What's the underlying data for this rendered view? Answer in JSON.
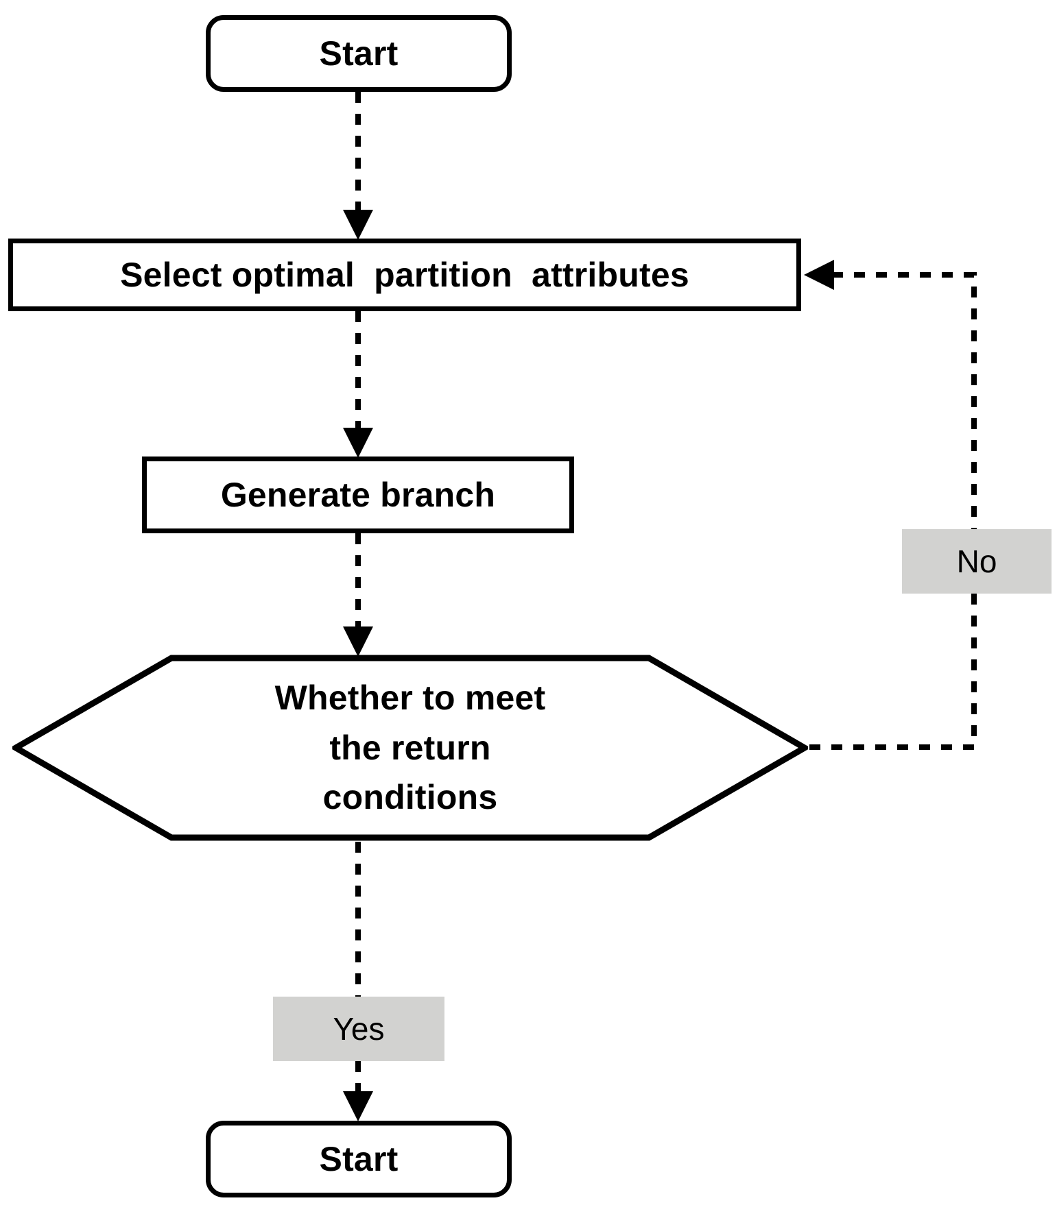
{
  "diagram": {
    "title": "Decision tree generation flowchart",
    "background_color": "#ffffff",
    "line_color": "#000000",
    "label_plate_color": "#d2d2d0",
    "nodes": [
      {
        "id": "start_top",
        "shape": "terminator",
        "label": "Start"
      },
      {
        "id": "select_attributes",
        "shape": "process",
        "label": "Select optimal  partition  attributes"
      },
      {
        "id": "generate_branch",
        "shape": "process",
        "label": "Generate branch"
      },
      {
        "id": "decision",
        "shape": "hexagon",
        "label": "Whether to meet\nthe return\nconditions"
      },
      {
        "id": "start_bottom",
        "shape": "terminator",
        "label": "Start"
      }
    ],
    "edges": [
      {
        "from": "start_top",
        "to": "select_attributes",
        "label": "",
        "style": "dotted-arrow"
      },
      {
        "from": "select_attributes",
        "to": "generate_branch",
        "label": "",
        "style": "dotted-arrow"
      },
      {
        "from": "generate_branch",
        "to": "decision",
        "label": "",
        "style": "dotted-arrow"
      },
      {
        "from": "decision",
        "to": "select_attributes",
        "label": "No",
        "style": "dotted-arrow-loop-right"
      },
      {
        "from": "decision",
        "to": "start_bottom",
        "label": "Yes",
        "style": "dotted-arrow"
      }
    ]
  },
  "labels": {
    "start_top": "Start",
    "select_attributes": "Select optimal  partition  attributes",
    "generate_branch": "Generate branch",
    "decision_line1": "Whether to meet",
    "decision_line2": "the return",
    "decision_line3": "conditions",
    "start_bottom": "Start",
    "branch_no": "No",
    "branch_yes": "Yes"
  }
}
